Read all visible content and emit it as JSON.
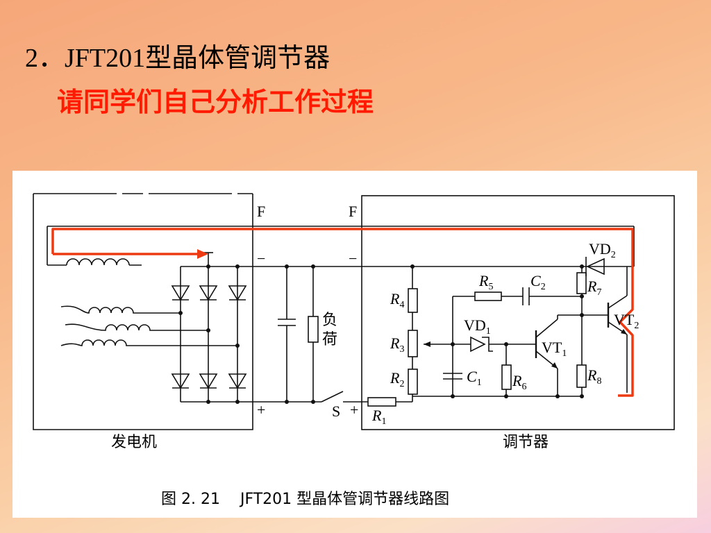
{
  "slide": {
    "title": "2．JFT201型晶体管调节器",
    "subtitle": "请同学们自己分析工作过程"
  },
  "diagram": {
    "caption": "图 2. 21　 JFT201 型晶体管调节器线路图",
    "generator_label": "发电机",
    "regulator_label": "调节器",
    "load_label_top": "负",
    "load_label_bottom": "荷",
    "terminal_f_left": "F",
    "terminal_f_right": "F",
    "terminal_minus_left": "−",
    "terminal_minus_right": "−",
    "terminal_plus_left": "+",
    "terminal_plus_right": "+",
    "switch_label": "S",
    "components": {
      "vd2": {
        "main": "VD",
        "sub": "2"
      },
      "r7": {
        "main": "R",
        "sub": "7"
      },
      "vt2": {
        "main": "VT",
        "sub": "2"
      },
      "r5": {
        "main": "R",
        "sub": "5"
      },
      "c2": {
        "main": "C",
        "sub": "2"
      },
      "r4": {
        "main": "R",
        "sub": "4"
      },
      "r3": {
        "main": "R",
        "sub": "3"
      },
      "r2": {
        "main": "R",
        "sub": "2"
      },
      "vd1": {
        "main": "VD",
        "sub": "1"
      },
      "c1": {
        "main": "C",
        "sub": "1"
      },
      "r6": {
        "main": "R",
        "sub": "6"
      },
      "vt1": {
        "main": "VT",
        "sub": "1"
      },
      "r8": {
        "main": "R",
        "sub": "8"
      },
      "r1": {
        "main": "R",
        "sub": "1"
      }
    },
    "colors": {
      "highlight": "#ee3a12",
      "ink": "#111111"
    }
  }
}
